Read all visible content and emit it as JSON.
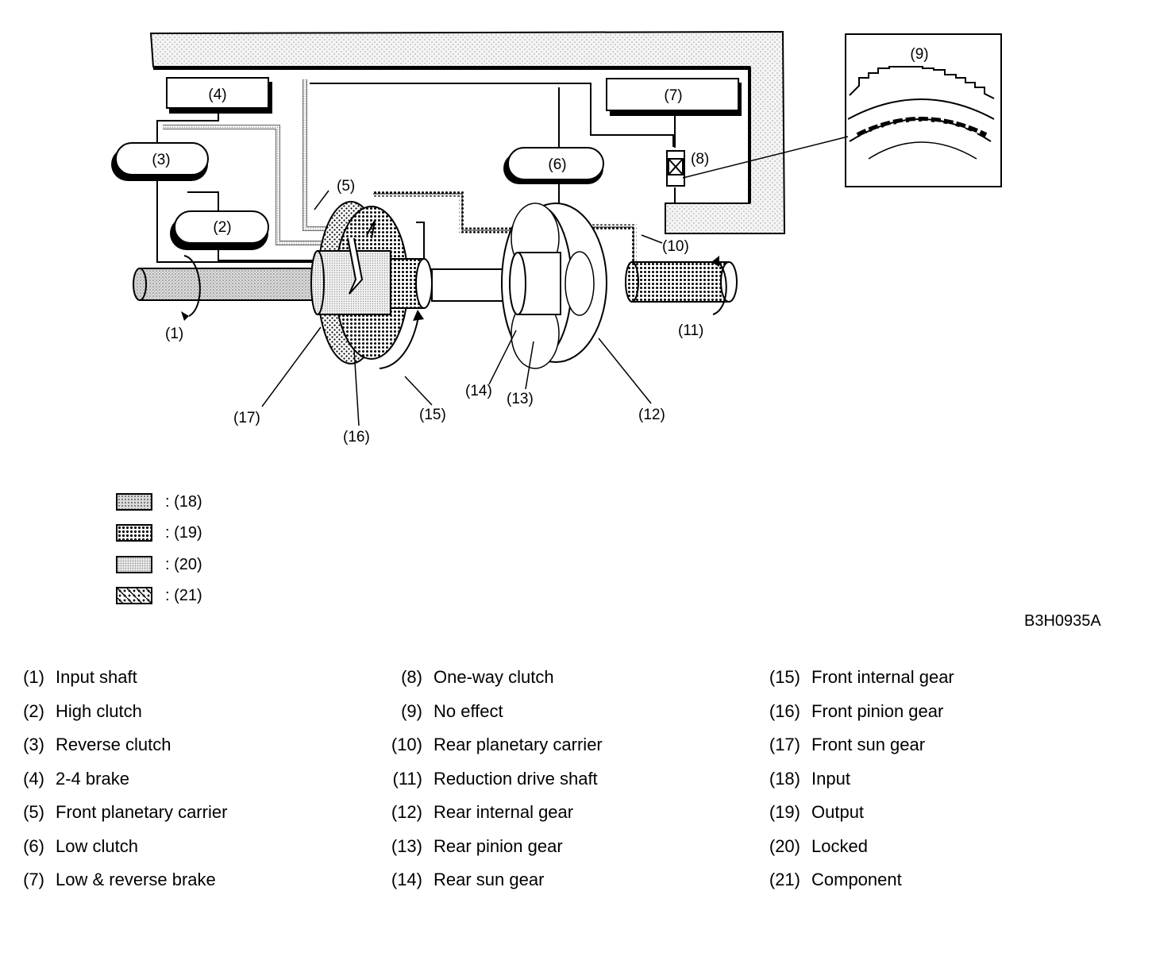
{
  "callouts": {
    "c1": "(1)",
    "c2": "(2)",
    "c3": "(3)",
    "c4": "(4)",
    "c5": "(5)",
    "c6": "(6)",
    "c7": "(7)",
    "c8": "(8)",
    "c9": "(9)",
    "c10": "(10)",
    "c11": "(11)",
    "c12": "(12)",
    "c13": "(13)",
    "c14": "(14)",
    "c15": "(15)",
    "c16": "(16)",
    "c17": "(17)"
  },
  "legend": [
    {
      "text": ": (18)"
    },
    {
      "text": ": (19)"
    },
    {
      "text": ": (20)"
    },
    {
      "text": ": (21)"
    }
  ],
  "figure_code": "B3H0935A",
  "key": {
    "col1": [
      {
        "num": "(1)",
        "label": "Input shaft"
      },
      {
        "num": "(2)",
        "label": "High clutch"
      },
      {
        "num": "(3)",
        "label": "Reverse clutch"
      },
      {
        "num": "(4)",
        "label": "2-4 brake"
      },
      {
        "num": "(5)",
        "label": "Front planetary carrier"
      },
      {
        "num": "(6)",
        "label": "Low clutch"
      },
      {
        "num": "(7)",
        "label": "Low & reverse brake"
      }
    ],
    "col2": [
      {
        "num": "(8)",
        "label": "One-way clutch"
      },
      {
        "num": "(9)",
        "label": "No effect"
      },
      {
        "num": "(10)",
        "label": "Rear planetary carrier"
      },
      {
        "num": "(11)",
        "label": "Reduction drive shaft"
      },
      {
        "num": "(12)",
        "label": "Rear internal gear"
      },
      {
        "num": "(13)",
        "label": "Rear pinion gear"
      },
      {
        "num": "(14)",
        "label": "Rear sun gear"
      }
    ],
    "col3": [
      {
        "num": "(15)",
        "label": "Front internal gear"
      },
      {
        "num": "(16)",
        "label": "Front pinion gear"
      },
      {
        "num": "(17)",
        "label": "Front sun gear"
      },
      {
        "num": "(18)",
        "label": "Input"
      },
      {
        "num": "(19)",
        "label": "Output"
      },
      {
        "num": "(20)",
        "label": "Locked"
      },
      {
        "num": "(21)",
        "label": "Component"
      }
    ]
  }
}
